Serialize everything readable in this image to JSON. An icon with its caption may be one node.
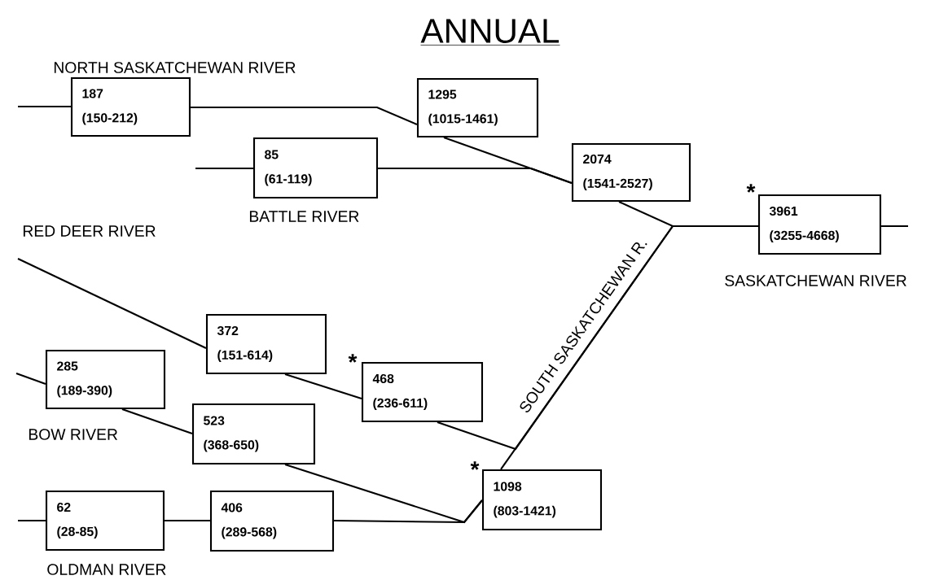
{
  "diagram": {
    "title": "ANNUAL",
    "nodes": [
      {
        "text": [
          "187",
          "(150-212)"
        ]
      },
      {
        "text": [
          "1295",
          "(1015-1461)"
        ]
      },
      {
        "text": [
          "85",
          "(61-119)"
        ]
      },
      {
        "text": [
          "2074",
          "(1541-2527)"
        ]
      },
      {
        "text": [
          "3961",
          "(3255-4668)"
        ],
        "beside": [
          "*"
        ]
      },
      {
        "text": [
          "372",
          "(151-614)"
        ]
      },
      {
        "text": [
          "285",
          "(189-390)"
        ]
      },
      {
        "text": [
          "468",
          "(236-611)"
        ],
        "beside": [
          "*"
        ]
      },
      {
        "text": [
          "523",
          "(368-650)"
        ]
      },
      {
        "text": [
          "1098",
          "(803-1421)"
        ],
        "beside": [
          "*"
        ]
      },
      {
        "text": [
          "62",
          "(28-85)"
        ]
      },
      {
        "text": [
          "406",
          "(289-568)"
        ]
      }
    ],
    "edges": [
      {
        "from": null,
        "to": 0,
        "arrow": "none"
      },
      {
        "from": 0,
        "to": 1,
        "arrow": "none"
      },
      {
        "from": null,
        "to": 2,
        "arrow": "none"
      },
      {
        "from": 2,
        "to": 3,
        "arrow": "none"
      },
      {
        "from": 1,
        "to": 3,
        "arrow": "none"
      },
      {
        "from": 3,
        "to": 4,
        "arrow": "none"
      },
      {
        "from": 4,
        "to": null,
        "arrow": "none"
      },
      {
        "from": null,
        "to": 5,
        "arrow": "none"
      },
      {
        "from": 5,
        "to": 7,
        "arrow": "none"
      },
      {
        "from": null,
        "to": 6,
        "arrow": "none"
      },
      {
        "from": 6,
        "to": 8,
        "arrow": "none"
      },
      {
        "from": 7,
        "to": 4,
        "arrow": "none"
      },
      {
        "from": 9,
        "to": 4,
        "arrow": "none",
        "label": "SOUTH SASKATCHEWAN R."
      },
      {
        "from": 8,
        "to": 9,
        "arrow": "none"
      },
      {
        "from": null,
        "to": 10,
        "arrow": "none"
      },
      {
        "from": 10,
        "to": 11,
        "arrow": "none"
      },
      {
        "from": 11,
        "to": 9,
        "arrow": "none"
      }
    ],
    "labels": [
      "NORTH SASKATCHEWAN RIVER",
      "BATTLE RIVER",
      "RED DEER RIVER",
      "SASKATCHEWAN RIVER",
      "BOW RIVER",
      "OLDMAN RIVER"
    ]
  }
}
